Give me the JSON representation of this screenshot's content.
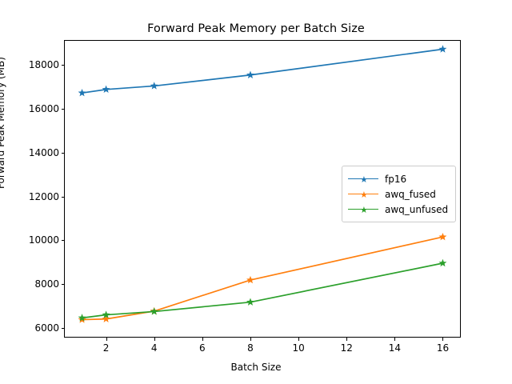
{
  "chart_data": {
    "type": "line",
    "title": "Forward Peak Memory per Batch Size",
    "xlabel": "Batch Size",
    "ylabel": "Forward Peak Memory (MB)",
    "x": [
      1,
      2,
      4,
      8,
      16
    ],
    "xlim": [
      0.25,
      16.75
    ],
    "ylim": [
      5550,
      19150
    ],
    "xticks": [
      2,
      4,
      6,
      8,
      10,
      12,
      14,
      16
    ],
    "xticklabels": [
      "2",
      "4",
      "6",
      "8",
      "10",
      "12",
      "14",
      "16"
    ],
    "yticks": [
      6000,
      8000,
      10000,
      12000,
      14000,
      16000,
      18000
    ],
    "yticklabels": [
      "6000",
      "8000",
      "10000",
      "12000",
      "14000",
      "16000",
      "18000"
    ],
    "grid": false,
    "legend_position": "center right",
    "marker": "star",
    "series": [
      {
        "name": "fp16",
        "color": "#1f77b4",
        "values": [
          16730,
          16890,
          17050,
          17550,
          18730
        ]
      },
      {
        "name": "awq_fused",
        "color": "#ff7f0e",
        "values": [
          6370,
          6400,
          6760,
          8180,
          10150
        ]
      },
      {
        "name": "awq_unfused",
        "color": "#2ca02c",
        "values": [
          6450,
          6590,
          6740,
          7170,
          8950
        ]
      }
    ]
  }
}
